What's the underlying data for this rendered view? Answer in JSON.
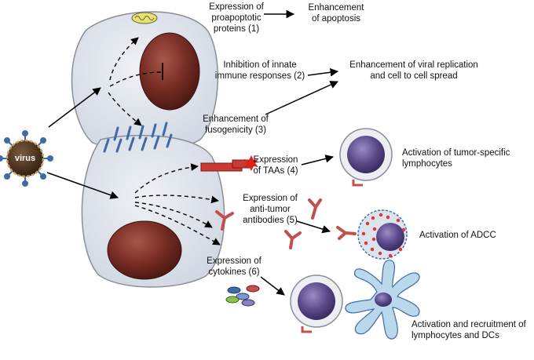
{
  "virus_label": "virus",
  "labels": {
    "proapoptotic": [
      "Expression of",
      "proapoptotic",
      "proteins (1)"
    ],
    "apoptosis": [
      "Enhancement",
      "of apoptosis"
    ],
    "innate": [
      "Inhibition of innate",
      "immune responses (2)"
    ],
    "viral_replication": [
      "Enhancement of viral replication",
      "and cell to cell spread"
    ],
    "fusogenicity": [
      "Enhancement of",
      "fusogenicity (3)"
    ],
    "taas": [
      "Expression",
      "of TAAs (4)"
    ],
    "tumor_lymphocytes": [
      "Activation of tumor-specific",
      "lymphocytes"
    ],
    "antibodies": [
      "Expression of",
      "anti-tumor",
      "antibodies (5)"
    ],
    "adcc": "Activation of ADCC",
    "cytokines": [
      "Expression of",
      "cytokines (6)"
    ],
    "recruitment": [
      "Activation and recruitment of",
      "lymphocytes and DCs"
    ]
  },
  "colors": {
    "cell_fill": "#dde3ec",
    "cell_stroke": "#8a8f97",
    "nucleus": "#7a2f26",
    "receptor": "#3f6aa6",
    "taa": "#c83a32",
    "antibody": "#c0504d",
    "lymphocyte_nucleus": "#5a4a8a",
    "dc_fill": "#b9d8ec",
    "virus_body": "#4a2f1f",
    "virus_spike": "#3f6aa6"
  }
}
